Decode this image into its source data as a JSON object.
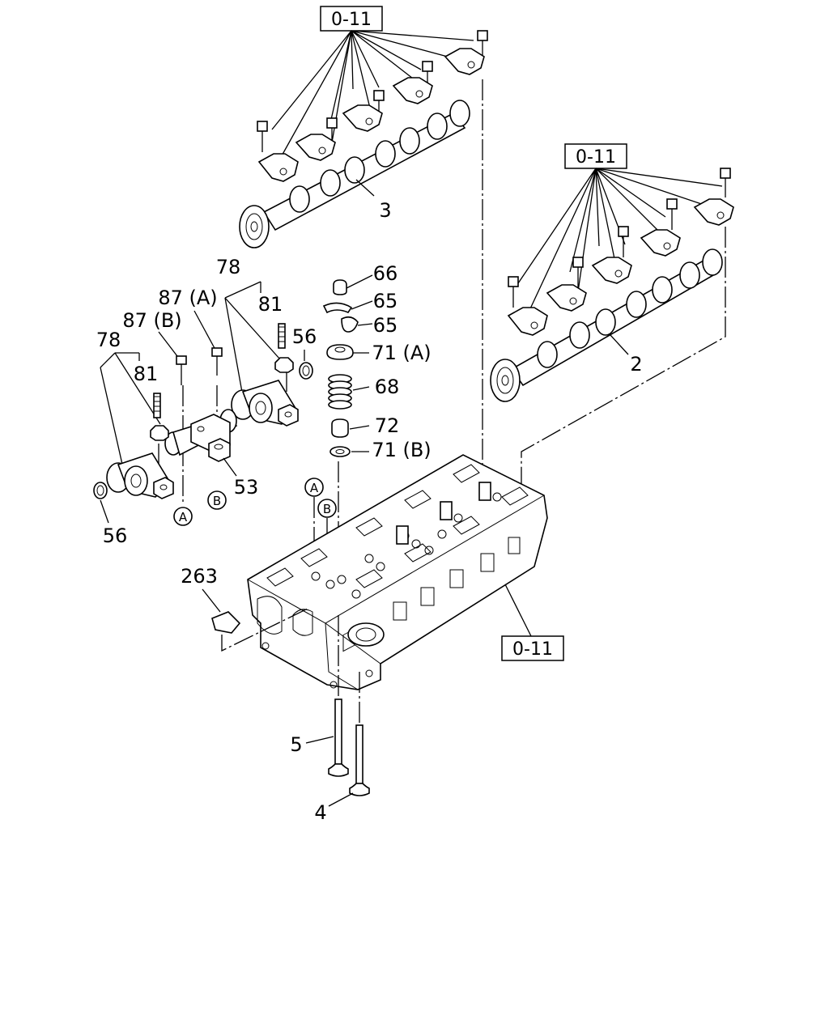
{
  "refs": {
    "top": "0-11",
    "right": "0-11",
    "head": "0-11"
  },
  "callouts": {
    "p3": "3",
    "p2": "2",
    "p66": "66",
    "p65a": "65",
    "p65b": "65",
    "p71a": "71 (A)",
    "p68": "68",
    "p72": "72",
    "p71b": "71 (B)",
    "p78a": "78",
    "p81a": "81",
    "p87a": "87 (A)",
    "p87b": "87 (B)",
    "p56a": "56",
    "p78b": "78",
    "p81b": "81",
    "p53": "53",
    "p56b": "56",
    "p263": "263",
    "p5": "5",
    "p4": "4"
  },
  "markers": {
    "a1": "A",
    "b1": "B",
    "a2": "A",
    "b2": "B"
  }
}
